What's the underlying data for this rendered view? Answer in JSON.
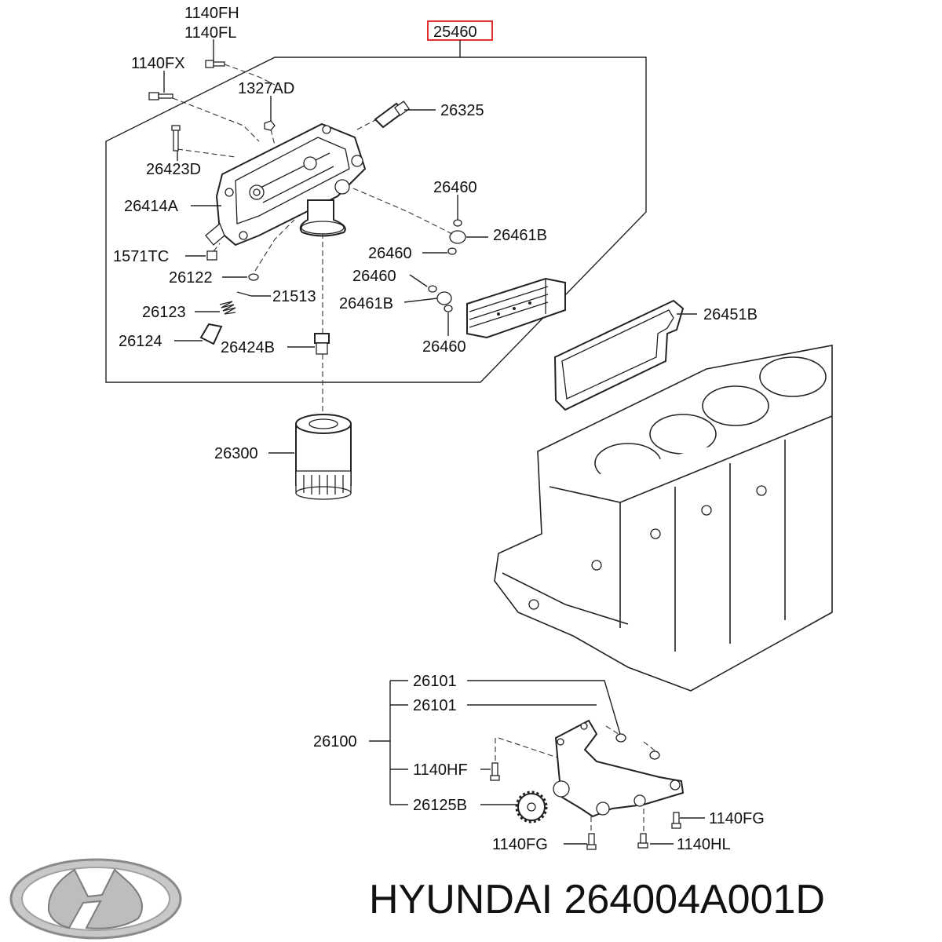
{
  "labels": {
    "l_1140FH": "1140FH",
    "l_1140FL": "1140FL",
    "l_25460": "25460",
    "l_1140FX": "1140FX",
    "l_1327AD": "1327AD",
    "l_26325": "26325",
    "l_26423D": "26423D",
    "l_26414A": "26414A",
    "l_26460a": "26460",
    "l_26461Ba": "26461B",
    "l_1571TC": "1571TC",
    "l_26460b": "26460",
    "l_26122": "26122",
    "l_26460c": "26460",
    "l_21513": "21513",
    "l_26461Bb": "26461B",
    "l_26123": "26123",
    "l_26451B": "26451B",
    "l_26124": "26124",
    "l_26424B": "26424B",
    "l_26460d": "26460",
    "l_26300": "26300",
    "l_26101a": "26101",
    "l_26101b": "26101",
    "l_26100": "26100",
    "l_1140HF": "1140HF",
    "l_26125B": "26125B",
    "l_1140FGa": "1140FG",
    "l_1140FGb": "1140FG",
    "l_1140HL": "1140HL"
  },
  "title": "HYUNDAI 264004A001D",
  "colors": {
    "highlight": "#e03030",
    "ink": "#222222"
  },
  "icons": {
    "brand_logo": "hyundai-logo"
  }
}
